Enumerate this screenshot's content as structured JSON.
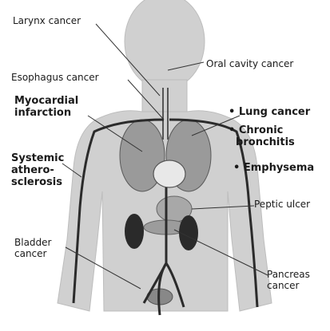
{
  "labels": {
    "larynx": "Larynx cancer",
    "oral": "Oral cavity cancer",
    "esophagus": "Esophagus cancer",
    "myocardial": "Myocardial\ninfarction",
    "lung": "• Lung cancer",
    "chronic": "• Chronic\n  bronchitis",
    "emphysema": "• Emphysema",
    "systemic": "Systemic\nathero-\nsclerosis",
    "peptic": "Peptic ulcer",
    "bladder": "Bladder\ncancer",
    "pancreas": "Pancreas\ncancer"
  },
  "colors": {
    "body_silhouette": "#cfcfcf",
    "vessel": "#2b2b2b",
    "organ_dark": "#3a3a3a",
    "text": "#1a1a1a"
  }
}
